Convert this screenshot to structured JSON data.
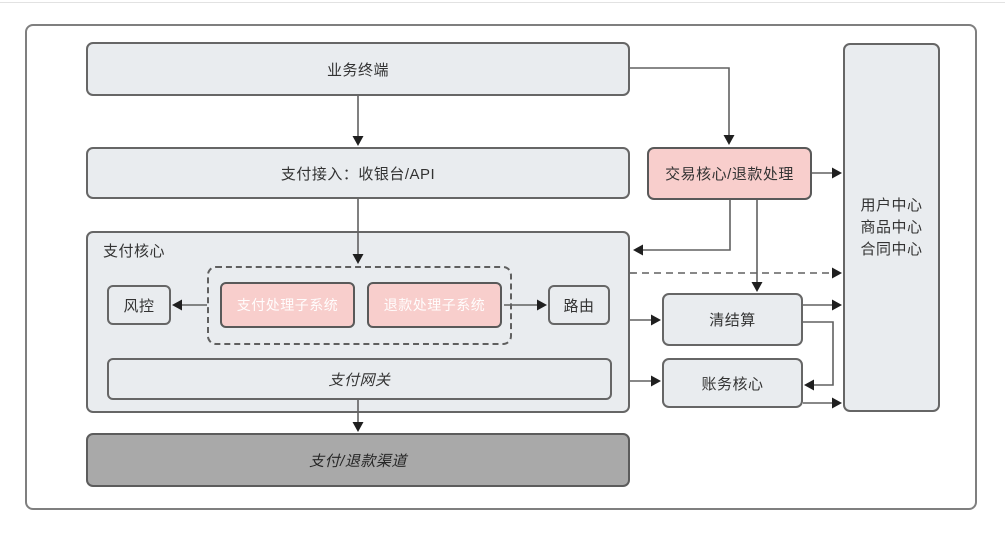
{
  "diagram": {
    "title": "payment-architecture-diagram",
    "colors": {
      "box_fill_gray": "#e9ecef",
      "box_fill_pink": "#f8cecc",
      "box_fill_dark_gray": "#a9a9a9",
      "box_border": "#666666",
      "edge_line": "#616161",
      "arrowhead": "#1f1f1f",
      "text_dark": "#333333",
      "text_light_on_pink": "#ffffff"
    },
    "nodes": {
      "business_terminal": {
        "label": "业务终端"
      },
      "payment_access": {
        "label": "支付接入：收银台/API"
      },
      "payment_core": {
        "label": "支付核心"
      },
      "risk_control": {
        "label": "风控"
      },
      "payment_subsystem": {
        "label": "支付处理子系统"
      },
      "refund_subsystem": {
        "label": "退款处理子系统"
      },
      "routing": {
        "label": "路由"
      },
      "payment_gateway": {
        "label": "支付网关"
      },
      "payment_channels": {
        "label": "支付/退款渠道"
      },
      "transaction_core": {
        "label": "交易核心/退款处理"
      },
      "clearing_settlement": {
        "label": "清结算"
      },
      "accounting_core": {
        "label": "账务核心"
      },
      "centers": {
        "lines": [
          "用户中心",
          "商品中心",
          "合同中心"
        ]
      }
    }
  }
}
